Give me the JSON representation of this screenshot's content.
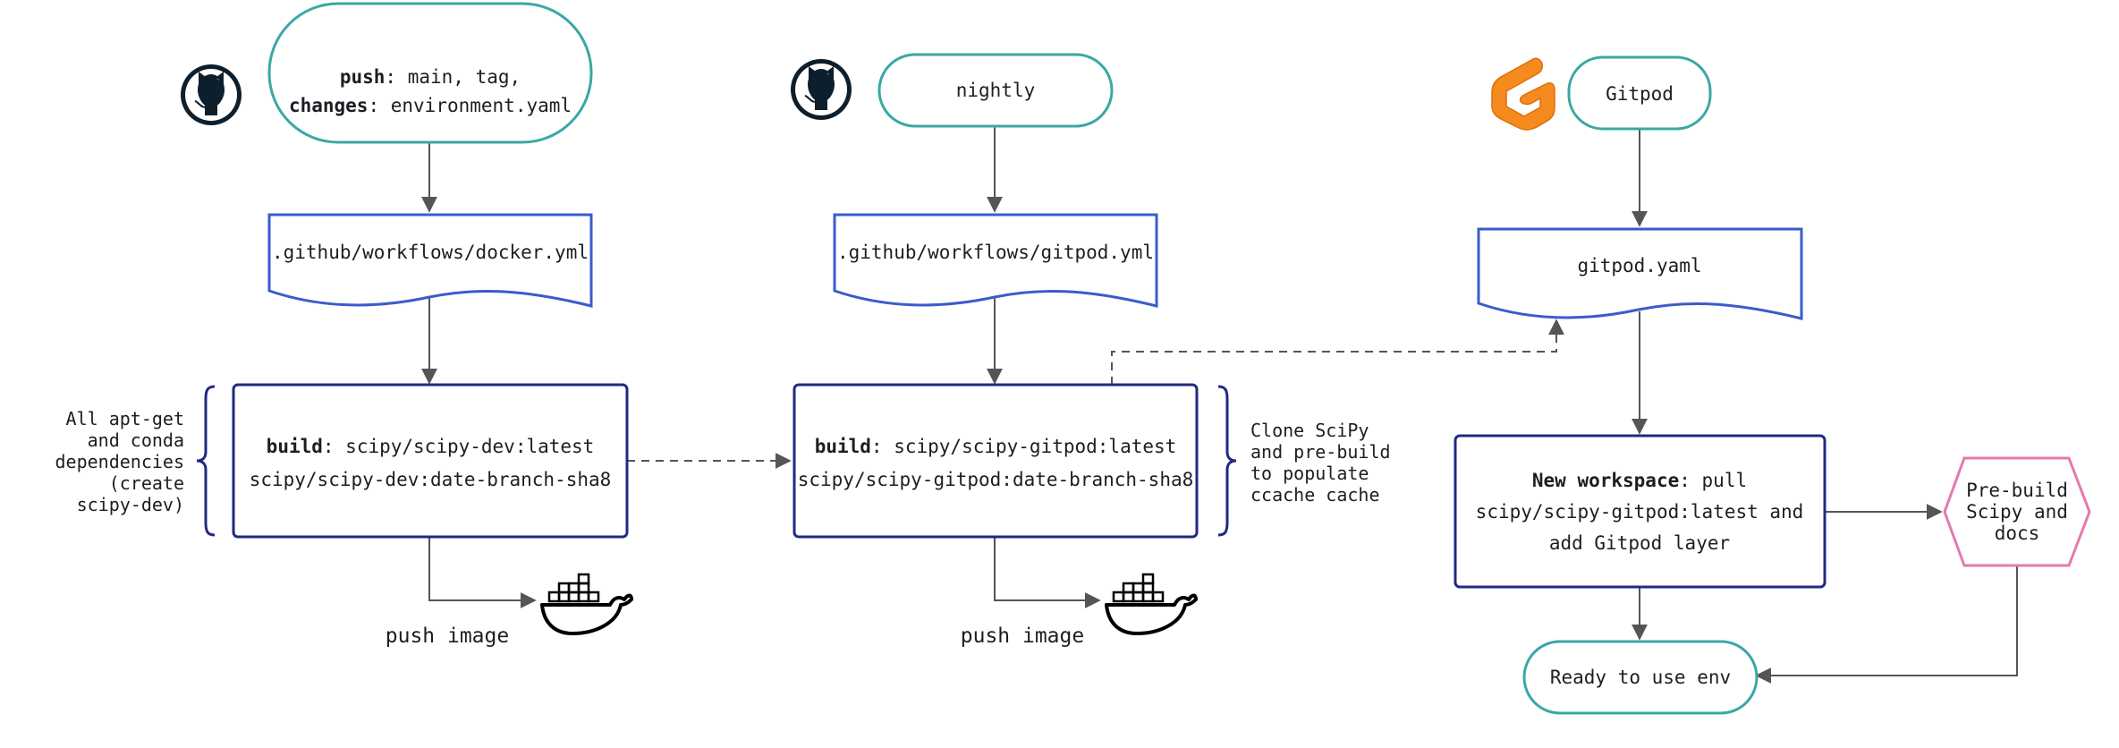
{
  "colors": {
    "teal": "#3aa8a4",
    "blue": "#3b5bcc",
    "navy": "#1f2a80",
    "pink": "#e678b0",
    "arrow": "#555555",
    "github": "#0d1f2d",
    "gitpod": "#f58a1f"
  },
  "icons": {
    "github": "github-icon",
    "docker": "docker-icon",
    "gitpod": "gitpod-icon"
  },
  "columns": [
    {
      "trigger": {
        "line1_bold": "push",
        "line1_rest": ": main, tag,",
        "line2_bold": "changes",
        "line2_rest": ": environment.yaml"
      },
      "workflow": ".github/workflows/docker.yml",
      "build": {
        "bold": "build",
        "line1_rest": ": scipy/scipy-dev:latest",
        "line2": "scipy/scipy-dev:date-branch-sha8"
      },
      "annotation": [
        "All apt-get",
        "and conda",
        "dependencies",
        "(create",
        "scipy-dev)"
      ],
      "push_label": "push image"
    },
    {
      "trigger": {
        "line1": "nightly"
      },
      "workflow": ".github/workflows/gitpod.yml",
      "build": {
        "bold": "build",
        "line1_rest": ": scipy/scipy-gitpod:latest",
        "line2": "scipy/scipy-gitpod:date-branch-sha8"
      },
      "annotation": [
        "Clone SciPy",
        "and pre-build",
        "to populate",
        "ccache cache"
      ],
      "push_label": "push image"
    },
    {
      "trigger": {
        "line1": "Gitpod"
      },
      "workflow": "gitpod.yaml",
      "workspace": {
        "bold": "New workspace",
        "line1_rest": ": pull",
        "line2": "scipy/scipy-gitpod:latest and",
        "line3": "add Gitpod layer"
      },
      "prebuild": [
        "Pre-build",
        "Scipy and",
        "docs"
      ],
      "ready": "Ready to use env"
    }
  ]
}
